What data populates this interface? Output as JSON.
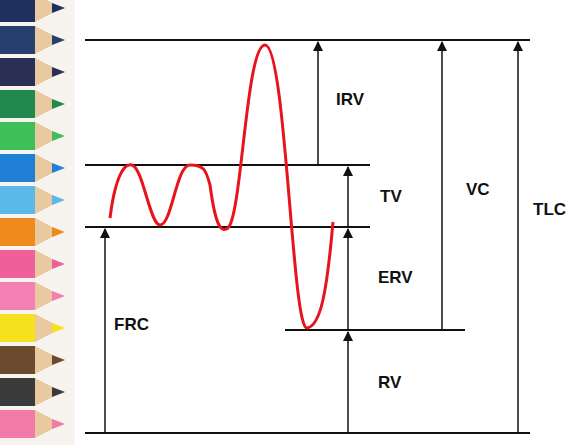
{
  "diagram": {
    "labels": [
      "IRV",
      "TV",
      "ERV",
      "RV",
      "FRC",
      "VC",
      "TLC"
    ]
  }
}
